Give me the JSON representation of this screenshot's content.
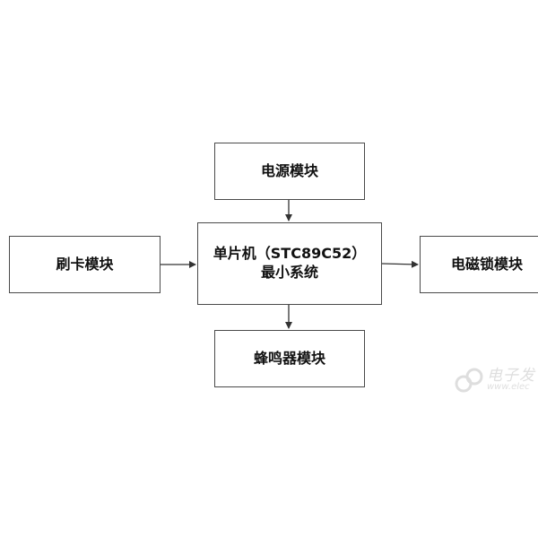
{
  "blocks": {
    "power": "电源模块",
    "mcu_line1": "单片机（STC89C52）",
    "mcu_line2": "最小系统",
    "card": "刷卡模块",
    "lock": "电磁锁模块",
    "buzzer": "蜂鸣器模块"
  },
  "connections": [
    {
      "from": "power",
      "to": "mcu"
    },
    {
      "from": "card",
      "to": "mcu"
    },
    {
      "from": "mcu",
      "to": "lock"
    },
    {
      "from": "mcu",
      "to": "buzzer"
    }
  ],
  "watermark": {
    "text_cn": "电子发",
    "text_en": "www.elec"
  }
}
